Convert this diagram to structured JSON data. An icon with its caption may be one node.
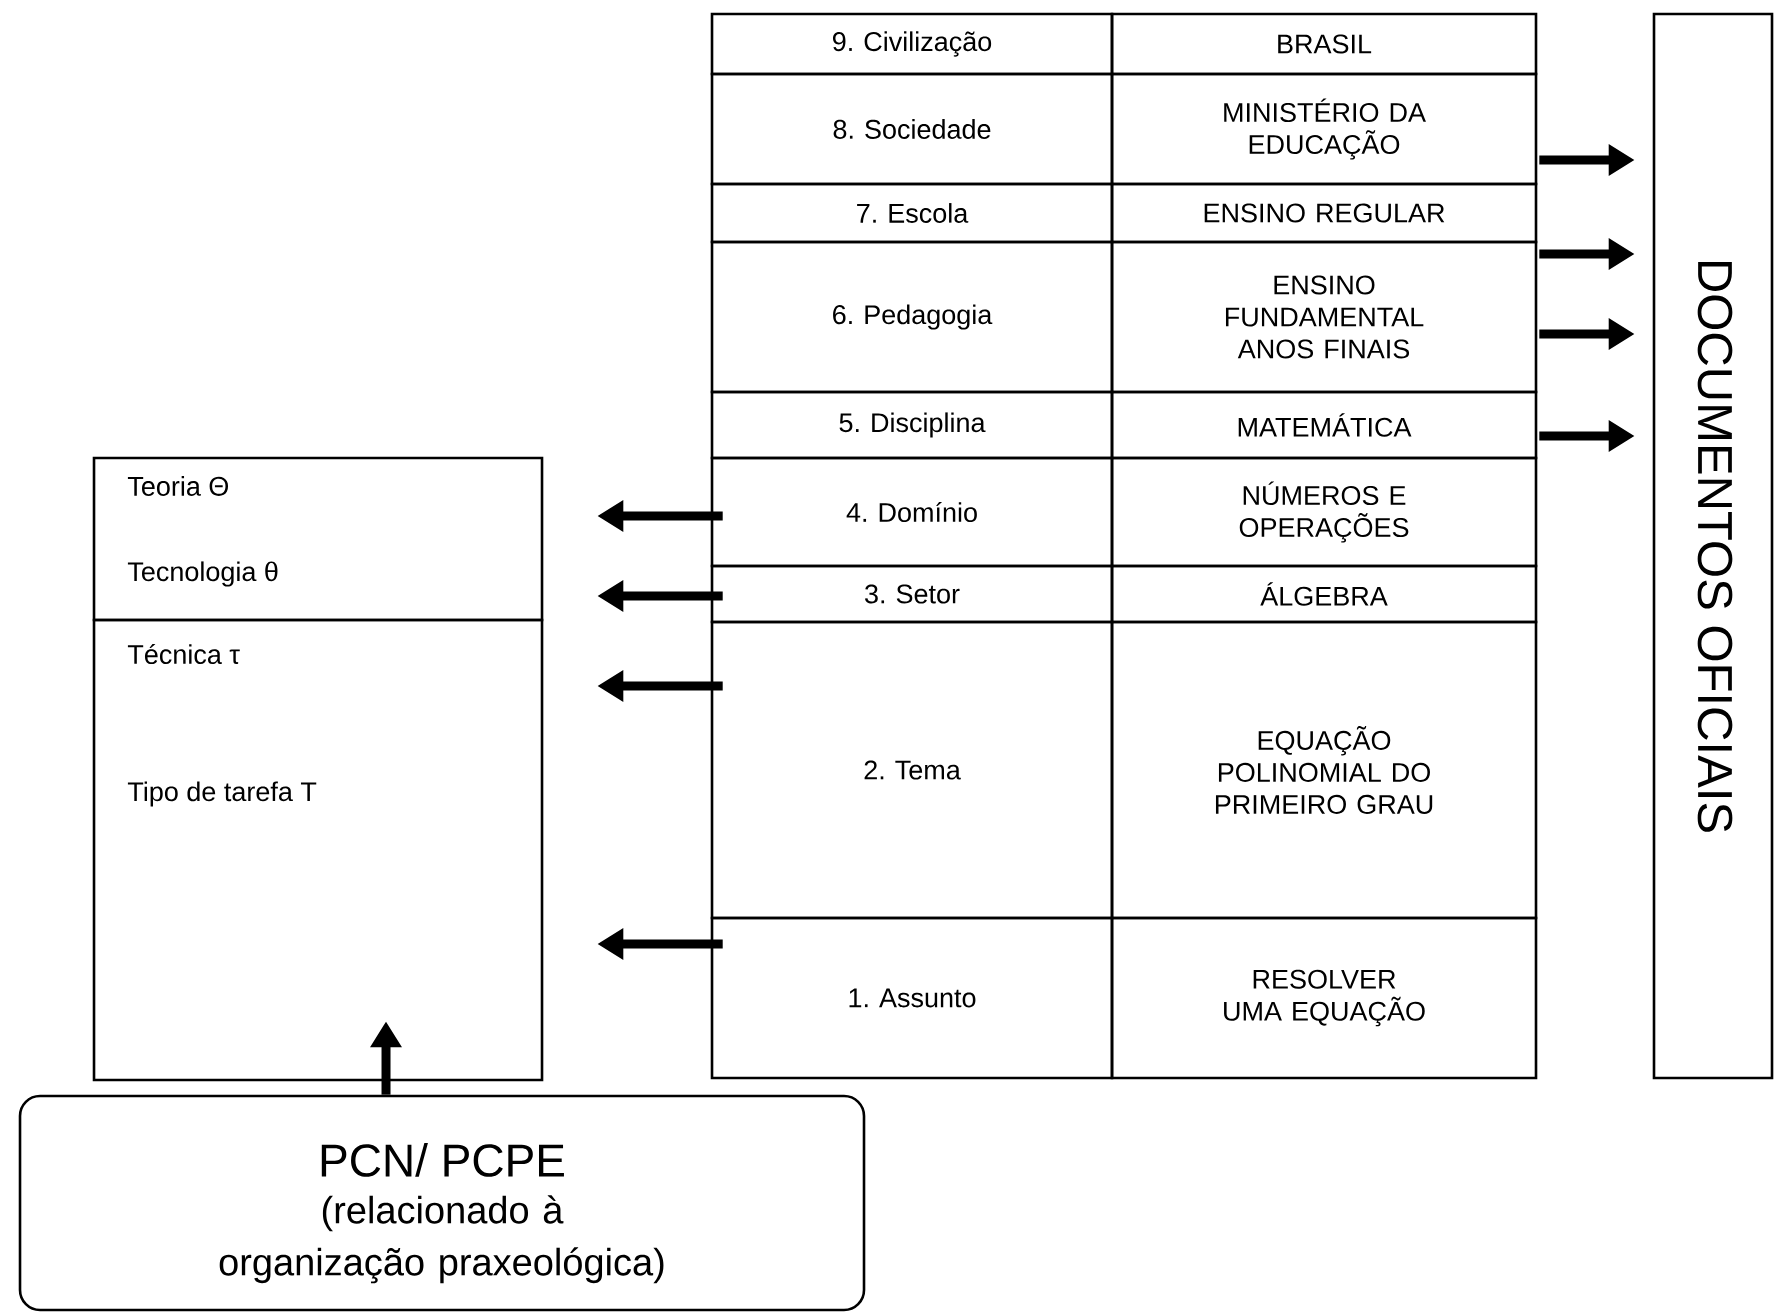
{
  "diagram": {
    "nodes": [
      {
        "text": [
          "9. Civilização"
        ]
      },
      {
        "text": [
          "BRASIL"
        ]
      },
      {
        "text": [
          "8. Sociedade"
        ]
      },
      {
        "text": [
          "MINISTÉRIO DA EDUCAÇÃO"
        ]
      },
      {
        "text": [
          "7. Escola"
        ]
      },
      {
        "text": [
          "ENSINO REGULAR"
        ]
      },
      {
        "text": [
          "6. Pedagogia"
        ]
      },
      {
        "text": [
          "ENSINO FUNDAMENTAL ANOS FINAIS"
        ]
      },
      {
        "text": [
          "5. Disciplina"
        ]
      },
      {
        "text": [
          "MATEMÁTICA"
        ]
      },
      {
        "text": [
          "4. Domínio"
        ]
      },
      {
        "text": [
          "NÚMEROS E OPERAÇÕES"
        ]
      },
      {
        "text": [
          "3. Setor"
        ]
      },
      {
        "text": [
          "ÁLGEBRA"
        ]
      },
      {
        "text": [
          "2. Tema"
        ]
      },
      {
        "text": [
          "EQUAÇÃO POLINOMIAL DO PRIMEIRO GRAU"
        ]
      },
      {
        "text": [
          "1. Assunto"
        ]
      },
      {
        "text": [
          "RESOLVER UMA EQUAÇÃO"
        ]
      },
      {
        "text": [
          "Teoria Θ",
          "Tecnologia θ"
        ]
      },
      {
        "text": [
          "Técnica τ",
          "Tipo de tarefa T"
        ]
      },
      {
        "text": [
          "PCN/ PCPE",
          "(relacionado à organização praxeológica)"
        ]
      },
      {
        "text": [
          "DOCUMENTOS OFICIAIS"
        ]
      }
    ],
    "edges": [
      {
        "from": 3,
        "to": 21,
        "arrow": "to"
      },
      {
        "from": 7,
        "to": 21,
        "arrow": "to"
      },
      {
        "from": 7,
        "to": 21,
        "arrow": "to"
      },
      {
        "from": 9,
        "to": 21,
        "arrow": "to"
      },
      {
        "from": 10,
        "to": 18,
        "arrow": "to"
      },
      {
        "from": 12,
        "to": 18,
        "arrow": "to"
      },
      {
        "from": 14,
        "to": 19,
        "arrow": "to"
      },
      {
        "from": 16,
        "to": 19,
        "arrow": "to"
      },
      {
        "from": 20,
        "to": 19,
        "arrow": "to"
      }
    ]
  }
}
